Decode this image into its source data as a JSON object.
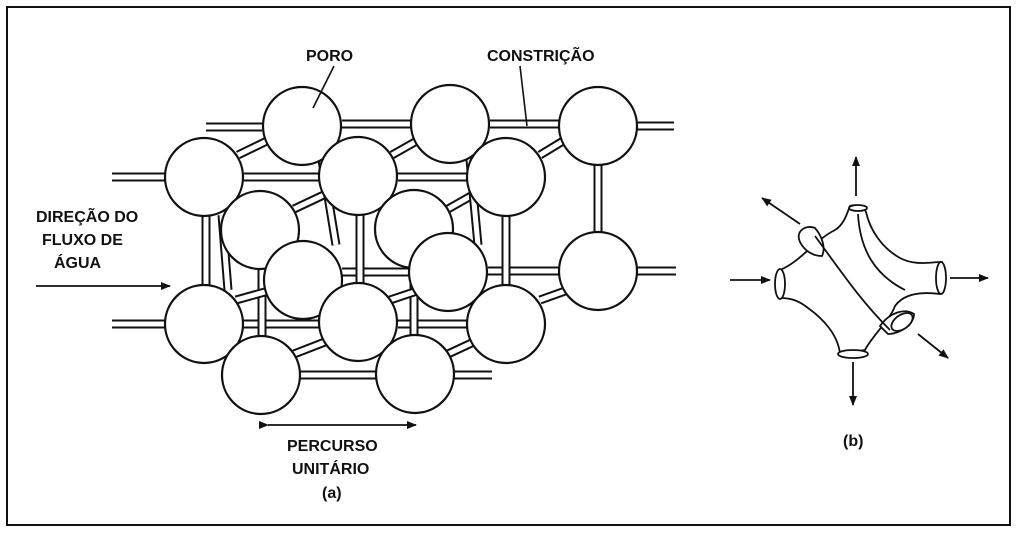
{
  "labels": {
    "pore": "PORO",
    "constriction": "CONSTRIÇÃO",
    "flow_line1": "DIREÇÃO DO",
    "flow_line2": "FLUXO DE",
    "flow_line3": "ÁGUA",
    "path_line1": "PERCURSO",
    "path_line2": "UNITÁRIO",
    "caption_a": "(a)",
    "caption_b": "(b)"
  },
  "colors": {
    "stroke": "#111111",
    "fill": "#ffffff"
  }
}
